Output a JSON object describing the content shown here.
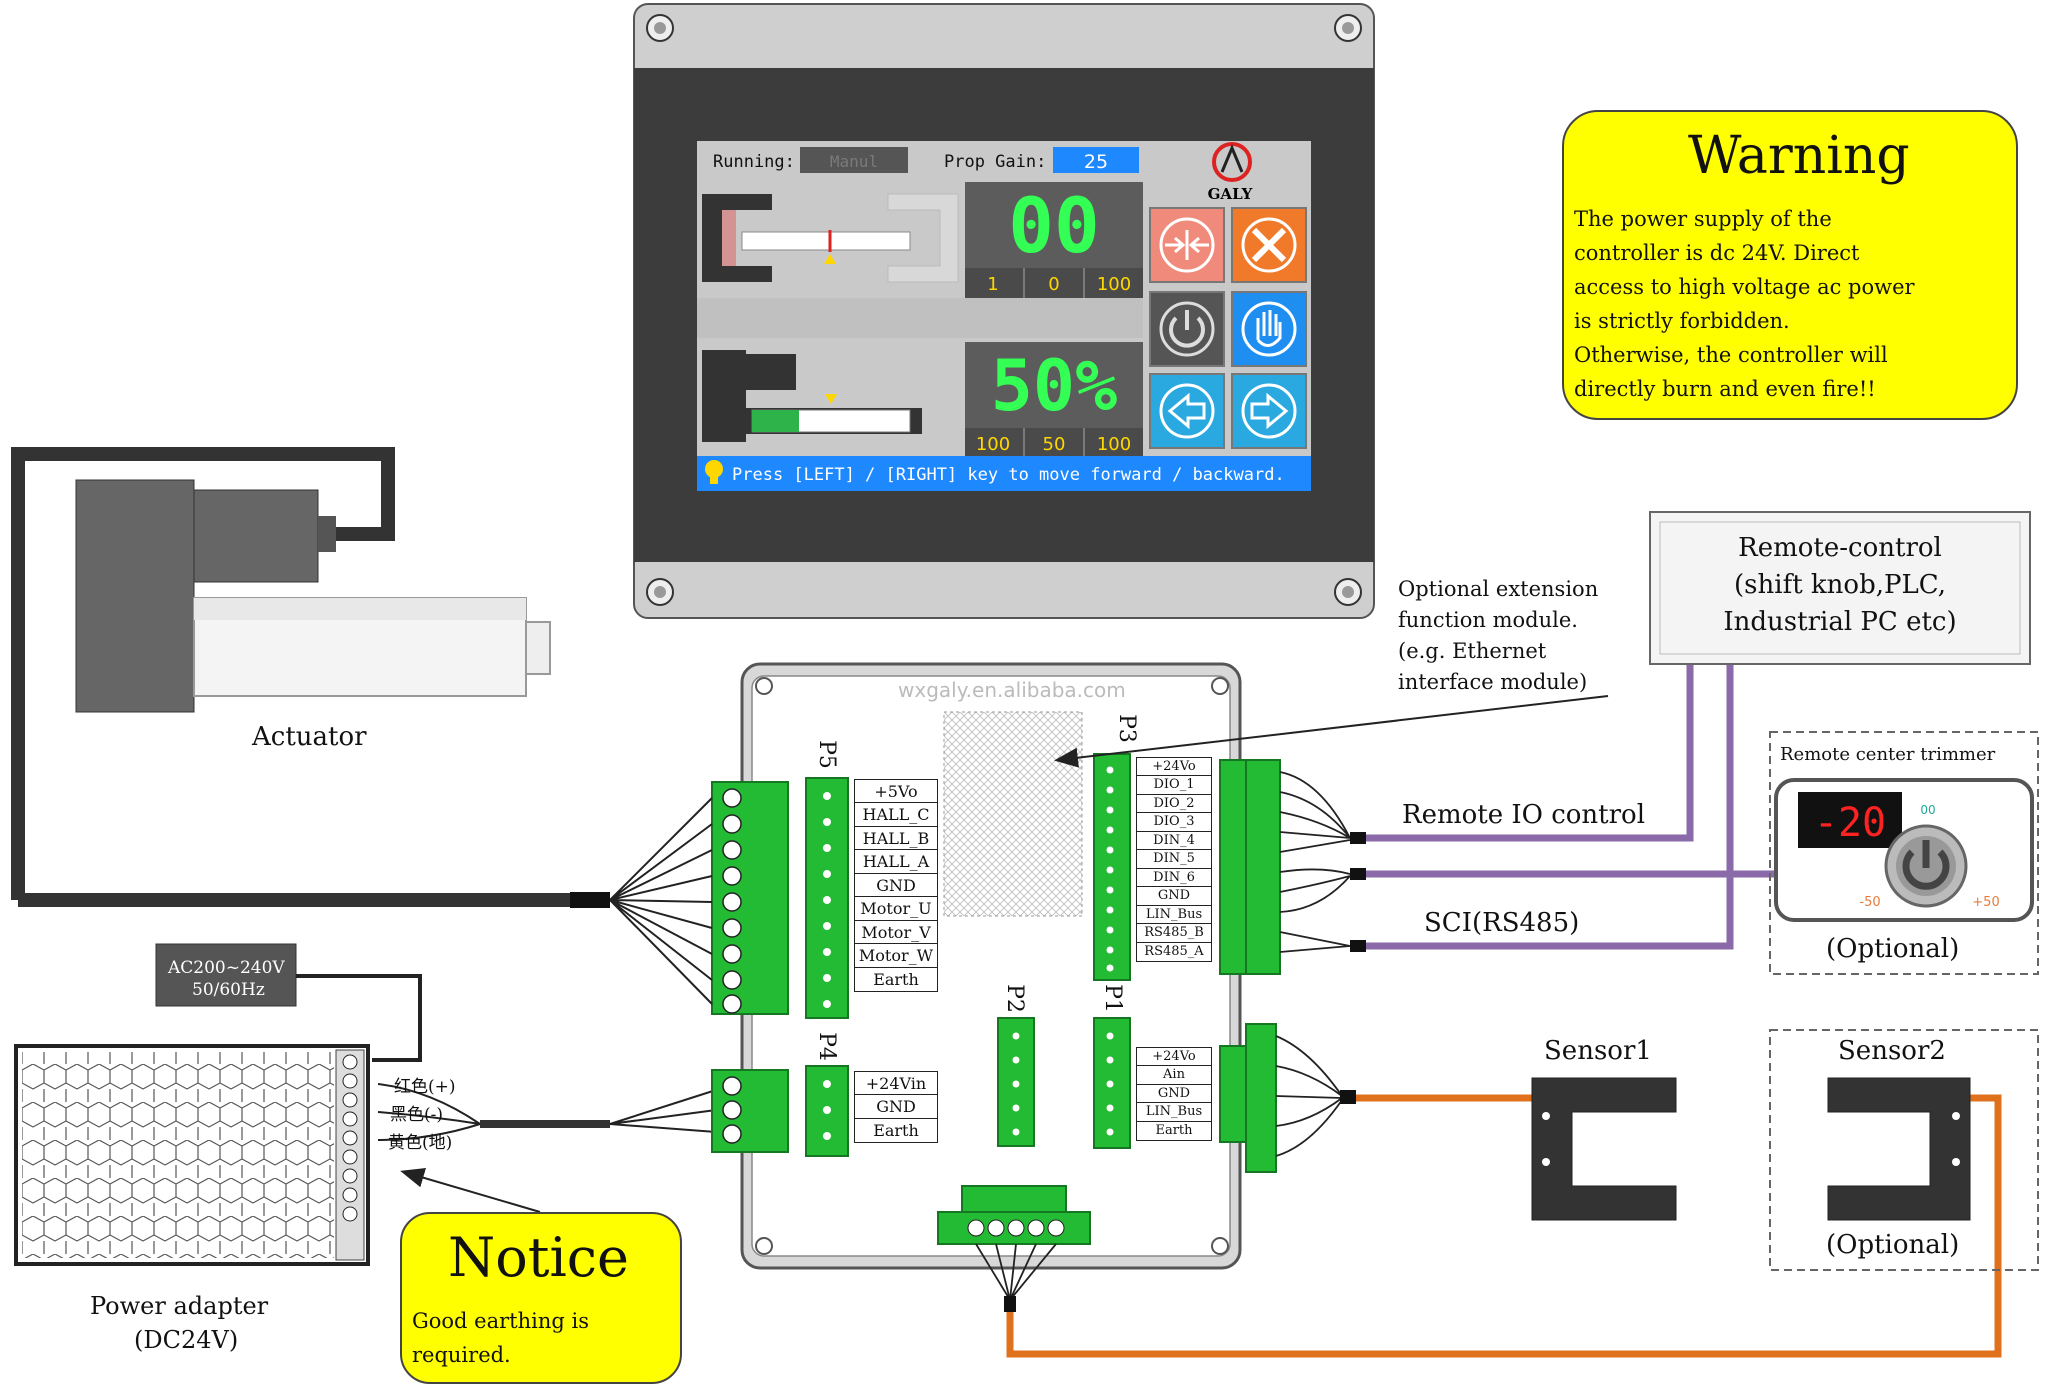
{
  "colors": {
    "warning_bg": "#ffff00",
    "connector_green": "#22bb33",
    "wire_purple": "#8a6aa8",
    "wire_orange": "#e0701c",
    "screen_blue": "#1e88ff",
    "digit_green": "#33ff55"
  },
  "screen": {
    "running_label": "Running:",
    "running_value": "Manul",
    "gain_label": "Prop Gain:",
    "gain_value": "25",
    "logo_text": "GALY",
    "digits_top": "00",
    "row_top": [
      "1",
      "0",
      "100"
    ],
    "digits_bottom": "50%",
    "row_bottom": [
      "100",
      "50",
      "100"
    ],
    "status": "Press [LEFT] / [RIGHT] key to move forward / backward.",
    "stroke_fill": 0.3,
    "icons": [
      "center-icon",
      "tools-icon",
      "power-icon",
      "hand-icon",
      "left-arrow-icon",
      "right-arrow-icon"
    ]
  },
  "warning": {
    "title": "Warning",
    "lines": [
      "The power supply of the",
      "controller is dc 24V. Direct",
      "access to high voltage ac power",
      "is strictly forbidden.",
      "Otherwise, the controller will",
      "directly burn and even fire!!"
    ]
  },
  "notice": {
    "title": "Notice",
    "lines": [
      "Good earthing is",
      "required."
    ]
  },
  "labels": {
    "actuator": "Actuator",
    "power_adapter": "Power adapter",
    "dc24v": "(DC24V)",
    "ac_line1": "AC200~240V",
    "ac_line2": "50/60Hz",
    "wire_red": "红色(+)",
    "wire_black": "黑色(-)",
    "wire_yellow": "黄色(地)",
    "watermark": "wxgaly.en.alibaba.com",
    "optional_ext": [
      "Optional extension",
      "function module.",
      "(e.g. Ethernet",
      "interface module)"
    ],
    "remote_box": [
      "Remote-control",
      "(shift knob,PLC,",
      "Industrial PC etc)"
    ],
    "remote_io": "Remote IO control",
    "sci": "SCI(RS485)",
    "trimmer_title": "Remote center trimmer",
    "trimmer_value": "-20",
    "trimmer_min": "-50",
    "trimmer_max": "+50",
    "trimmer_zero": "00",
    "optional1": "(Optional)",
    "sensor1": "Sensor1",
    "sensor2": "Sensor2",
    "optional2": "(Optional)"
  },
  "ports": {
    "p5": {
      "name": "P5",
      "pins": [
        "+5Vo",
        "HALL_C",
        "HALL_B",
        "HALL_A",
        "GND",
        "Motor_U",
        "Motor_V",
        "Motor_W",
        "Earth"
      ]
    },
    "p4": {
      "name": "P4",
      "pins": [
        "+24Vin",
        "GND",
        "Earth"
      ]
    },
    "p3": {
      "name": "P3",
      "pins": [
        "+24Vo",
        "DIO_1",
        "DIO_2",
        "DIO_3",
        "DIN_4",
        "DIN_5",
        "DIN_6",
        "GND",
        "LIN_Bus",
        "RS485_B",
        "RS485_A"
      ]
    },
    "p2": {
      "name": "P2"
    },
    "p1": {
      "name": "P1",
      "pins": [
        "+24Vo",
        "Ain",
        "GND",
        "LIN_Bus",
        "Earth"
      ]
    }
  }
}
